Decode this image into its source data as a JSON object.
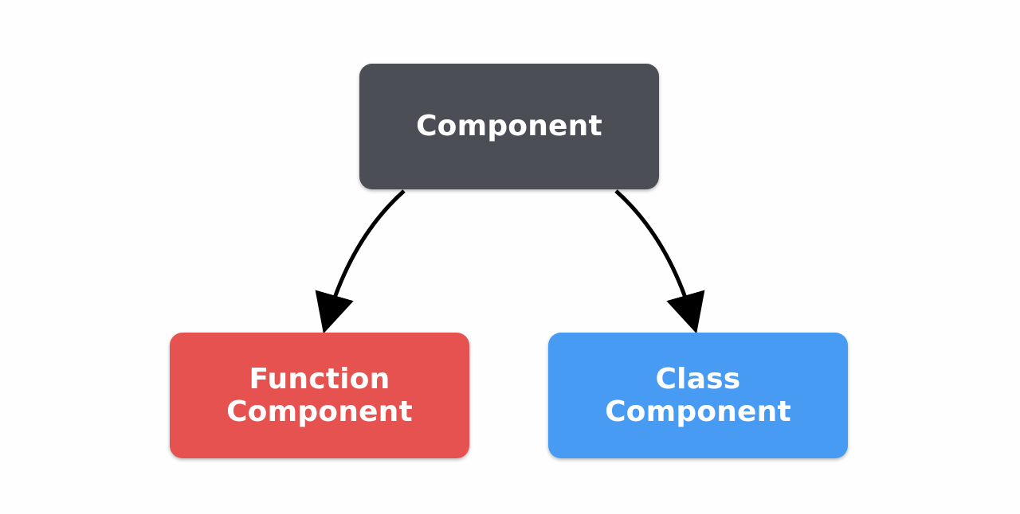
{
  "diagram": {
    "root": {
      "label": "Component",
      "color": "#4b4e55"
    },
    "children": [
      {
        "line1": "Function",
        "line2": "Component",
        "color": "#e65250"
      },
      {
        "line1": "Class",
        "line2": "Component",
        "color": "#489bf3"
      }
    ],
    "edge_color": "#000000"
  }
}
